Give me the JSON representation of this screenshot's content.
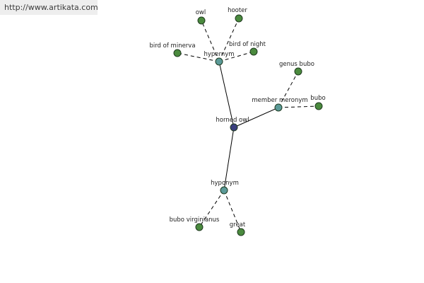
{
  "watermark": "http://www.artikata.com",
  "colors": {
    "center": "#3a3f7e",
    "relation": "#5b9a98",
    "leaf": "#4a8a3e"
  },
  "nodes": {
    "horned_owl": "horned owl",
    "hypernym": "hypernym",
    "owl": "owl",
    "hooter": "hooter",
    "bird_of_minerva": "bird of minerva",
    "bird_of_night": "bird of night",
    "member_meronym": "member meronym",
    "genus_bubo": "genus bubo",
    "bubo": "bubo",
    "hyponym": "hyponym",
    "bubo_virginianus": "bubo virginianus",
    "great": "great"
  }
}
